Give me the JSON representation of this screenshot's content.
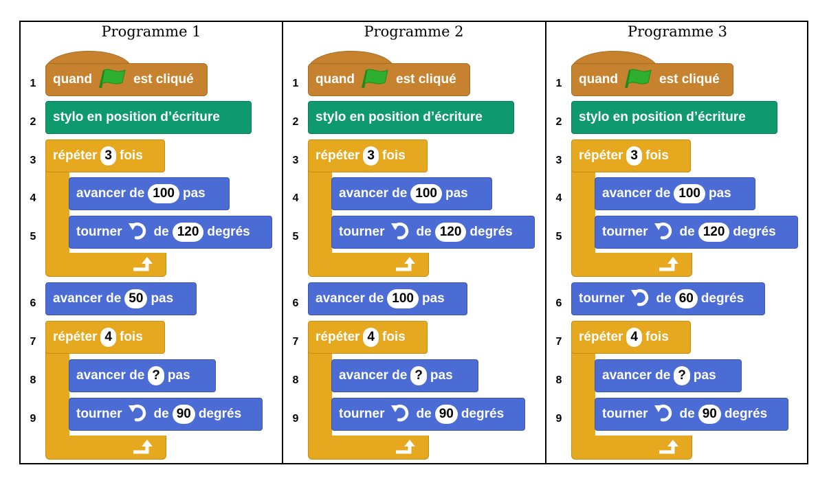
{
  "titles": [
    "Programme 1",
    "Programme 2",
    "Programme 3"
  ],
  "line_numbers": [
    "1",
    "2",
    "3",
    "4",
    "5",
    "6",
    "7",
    "8",
    "9"
  ],
  "labels": {
    "when": "quand",
    "clicked": "est cliqué",
    "pen_down": "stylo en position d’écriture",
    "repeat": "répéter",
    "times": "fois",
    "move": "avancer de",
    "steps": "pas",
    "turn": "tourner",
    "of": "de",
    "degrees": "degrés"
  },
  "programs": [
    {
      "rep1": "3",
      "move1": "100",
      "turn1": "120",
      "line6_type": "move",
      "line6_value": "50",
      "rep2": "4",
      "move2": "?",
      "turn2": "90"
    },
    {
      "rep1": "3",
      "move1": "100",
      "turn1": "120",
      "line6_type": "move",
      "line6_value": "100",
      "rep2": "4",
      "move2": "?",
      "turn2": "90"
    },
    {
      "rep1": "3",
      "move1": "100",
      "turn1": "120",
      "line6_type": "turn",
      "line6_value": "60",
      "rep2": "4",
      "move2": "?",
      "turn2": "90"
    }
  ],
  "colors": {
    "events": "#C7822F",
    "pen": "#0E9A6C",
    "control": "#E5A81E",
    "motion": "#4C6CD5",
    "flag": "#2EAF2E"
  }
}
